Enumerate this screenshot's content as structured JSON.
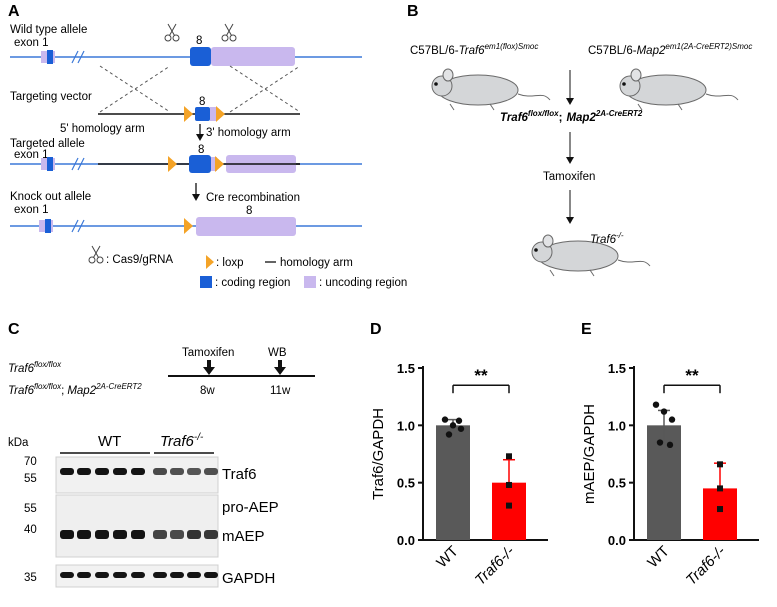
{
  "panel_a": {
    "letter": "A",
    "wild_type_label": "Wild type allele",
    "exon1_label": "exon 1",
    "exon8_label": "8",
    "targeting_vector_label": "Targeting vector",
    "homology5_label": "5' homology arm",
    "homology3_label": "3' homology arm",
    "targeted_allele_label": "Targeted allele",
    "knockout_label": "Knock out allele",
    "cre_label": "Cre recombination",
    "legend": {
      "cas9": ": Cas9/gRNA",
      "loxp": ": loxp",
      "homology": "homology arm",
      "coding": ": coding region",
      "uncoding": ": uncoding region"
    },
    "colors": {
      "line": "#3b78d8",
      "coding": "#1a5fd6",
      "uncoding": "#c9b8ee",
      "loxp": "#f4a327"
    }
  },
  "panel_b": {
    "letter": "B",
    "strain1_base": "C57BL/6-",
    "strain1_gene": "Traf6",
    "strain1_sup": "em1(flox)Smoc",
    "strain2_base": "C57BL/6-",
    "strain2_gene": "Map2",
    "strain2_sup": "em1(2A-CreERT2)Smoc",
    "cross_gene1": "Traf6",
    "cross_sup1": "flox/flox",
    "cross_sep": ";",
    "cross_gene2": "Map2",
    "cross_sup2": "2A-CreERT2",
    "tamoxifen": "Tamoxifen",
    "result_gene": "Traf6",
    "result_sup": "-/-"
  },
  "panel_c": {
    "letter": "C",
    "genotype1_gene": "Traf6",
    "genotype1_sup": "flox/flox",
    "genotype2_gene": "Traf6",
    "genotype2_sup": "flox/flox",
    "genotype2_sep": ";",
    "genotype2_gene2": "Map2",
    "genotype2_sup2": "2A-CreERT2",
    "timeline_tamoxifen": "Tamoxifen",
    "timeline_wb": "WB",
    "timeline_8w": "8w",
    "timeline_11w": "11w",
    "kda": "kDa",
    "group_wt": "WT",
    "group_ko_gene": "Traf6",
    "group_ko_sup": "-/-",
    "markers": [
      "70",
      "55",
      "55",
      "40",
      "35"
    ],
    "bands": [
      "Traf6",
      "pro-AEP",
      "mAEP",
      "GAPDH"
    ]
  },
  "chart_data": [
    {
      "panel": "D",
      "type": "bar",
      "categories": [
        "WT",
        "Traf6-/-"
      ],
      "values": [
        1.0,
        0.5
      ],
      "errors": [
        0.05,
        0.2
      ],
      "points": [
        [
          1.05,
          1.0,
          0.97,
          0.92,
          1.04
        ],
        [
          0.73,
          0.48,
          0.3
        ]
      ],
      "colors": [
        "#595959",
        "#ff0000"
      ],
      "ylabel": "Traf6/GAPDH",
      "ylim": [
        0,
        1.5
      ],
      "yticks": [
        "0.0",
        "0.5",
        "1.0",
        "1.5"
      ],
      "significance": "**"
    },
    {
      "panel": "E",
      "type": "bar",
      "categories": [
        "WT",
        "Traf6-/-"
      ],
      "values": [
        1.0,
        0.45
      ],
      "errors": [
        0.13,
        0.22
      ],
      "points": [
        [
          1.18,
          1.12,
          1.05,
          0.85,
          0.83
        ],
        [
          0.66,
          0.45,
          0.27
        ]
      ],
      "colors": [
        "#595959",
        "#ff0000"
      ],
      "ylabel": "mAEP/GAPDH",
      "ylim": [
        0,
        1.5
      ],
      "yticks": [
        "0.0",
        "0.5",
        "1.0",
        "1.5"
      ],
      "significance": "**"
    }
  ]
}
